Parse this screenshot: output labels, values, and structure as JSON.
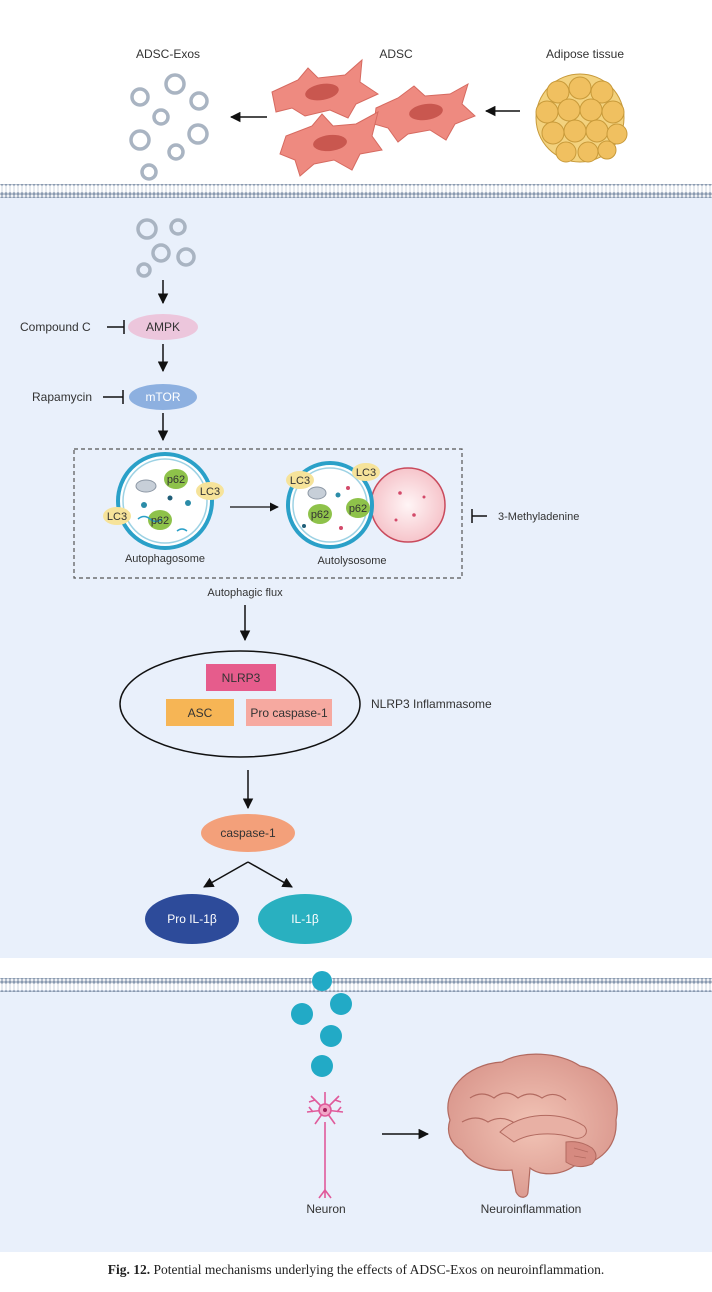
{
  "top": {
    "adsc_exos_label": "ADSC-Exos",
    "adsc_label": "ADSC",
    "adipose_label": "Adipose tissue"
  },
  "pathway": {
    "compound_c": "Compound C",
    "ampk": "AMPK",
    "rapamycin": "Rapamycin",
    "mtor": "mTOR",
    "autophagosome": "Autophagosome",
    "autolysosome": "Autolysosome",
    "autophagic_flux": "Autophagic flux",
    "methyladenine": "3-Methyladenine",
    "p62": "p62",
    "lc3": "LC3",
    "nlrp3": "NLRP3",
    "asc": "ASC",
    "pro_caspase": "Pro caspase-1",
    "inflammasome": "NLRP3 Inflammasome",
    "caspase1": "caspase-1",
    "pro_il1b": "Pro IL-1β",
    "il1b": "IL-1β"
  },
  "bottom": {
    "neuron": "Neuron",
    "neuroinflammation": "Neuroinflammation"
  },
  "caption": {
    "label": "Fig. 12.",
    "text": "Potential mechanisms underlying the effects of ADSC-Exos on neuroinflammation."
  },
  "colors": {
    "cell": "#ee8a80",
    "nucleus": "#c9574f",
    "fat": "#f0c060",
    "ampk": "#ecc6dc",
    "mtor": "#8db0e0",
    "nlrp3": "#e65c8c",
    "asc": "#f6b555",
    "pro_caspase": "#f6a9a0",
    "caspase1": "#f3a07a",
    "pro_il1b": "#2d4b9a",
    "il1b": "#29b0c0",
    "cytokine": "#22aac6"
  }
}
